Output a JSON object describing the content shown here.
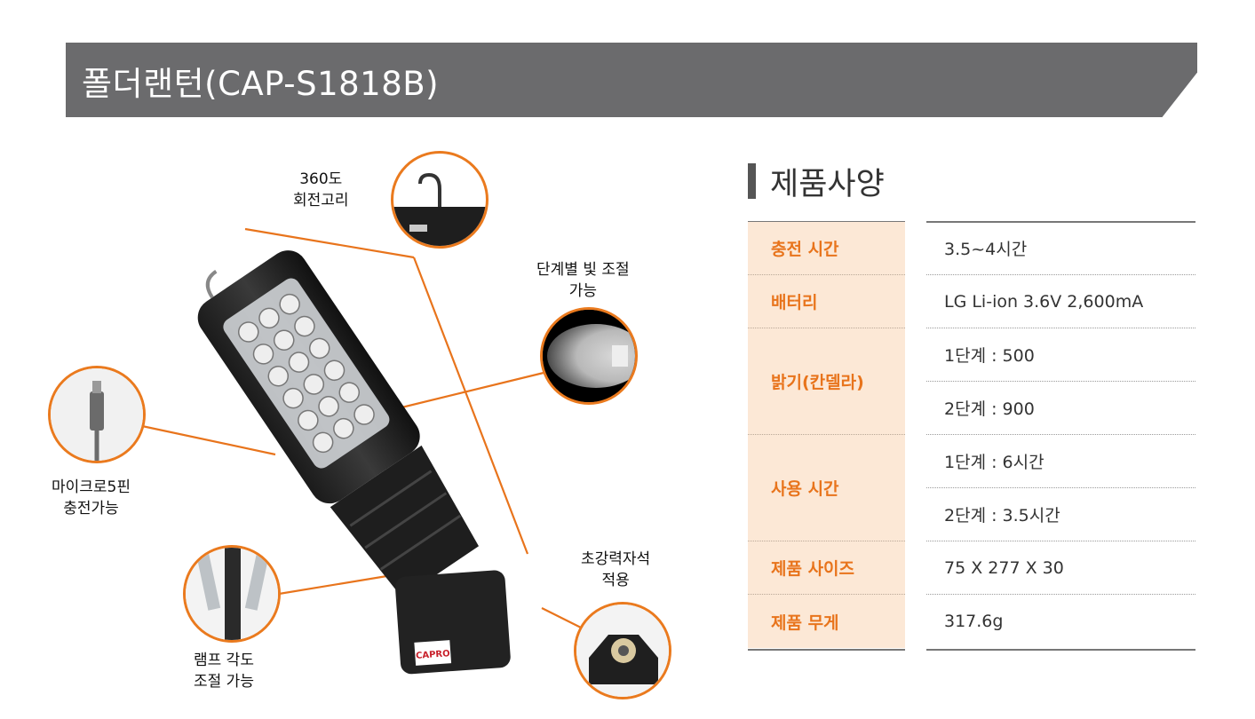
{
  "banner": {
    "title": "폴더랜턴(CAP-S1818B)"
  },
  "callouts": {
    "hook": "360도\n회전고리",
    "brightness": "단계별 빛 조절\n가능",
    "usb": "마이크로5핀\n충전가능",
    "magnet": "초강력자석\n적용",
    "angle": "램프 각도\n조절 가능"
  },
  "product": {
    "brand_logo": "CAPRO"
  },
  "specs": {
    "heading": "제품사양",
    "rows": [
      {
        "label": "충전 시간",
        "values": [
          "3.5~4시간"
        ]
      },
      {
        "label": "배터리",
        "values": [
          "LG Li-ion 3.6V 2,600mA"
        ]
      },
      {
        "label": "밝기(칸델라)",
        "values": [
          "1단계 : 500",
          "2단계 : 900"
        ]
      },
      {
        "label": "사용 시간",
        "values": [
          "1단계 : 6시간",
          "2단계 : 3.5시간"
        ]
      },
      {
        "label": "제품 사이즈",
        "values": [
          "75 X 277 X 30"
        ]
      },
      {
        "label": "제품 무게",
        "values": [
          "317.6g"
        ]
      }
    ]
  },
  "colors": {
    "banner": "#6b6b6d",
    "accent": "#ea7a1e",
    "label_bg": "#fce8d6",
    "label_text": "#e8741c"
  }
}
